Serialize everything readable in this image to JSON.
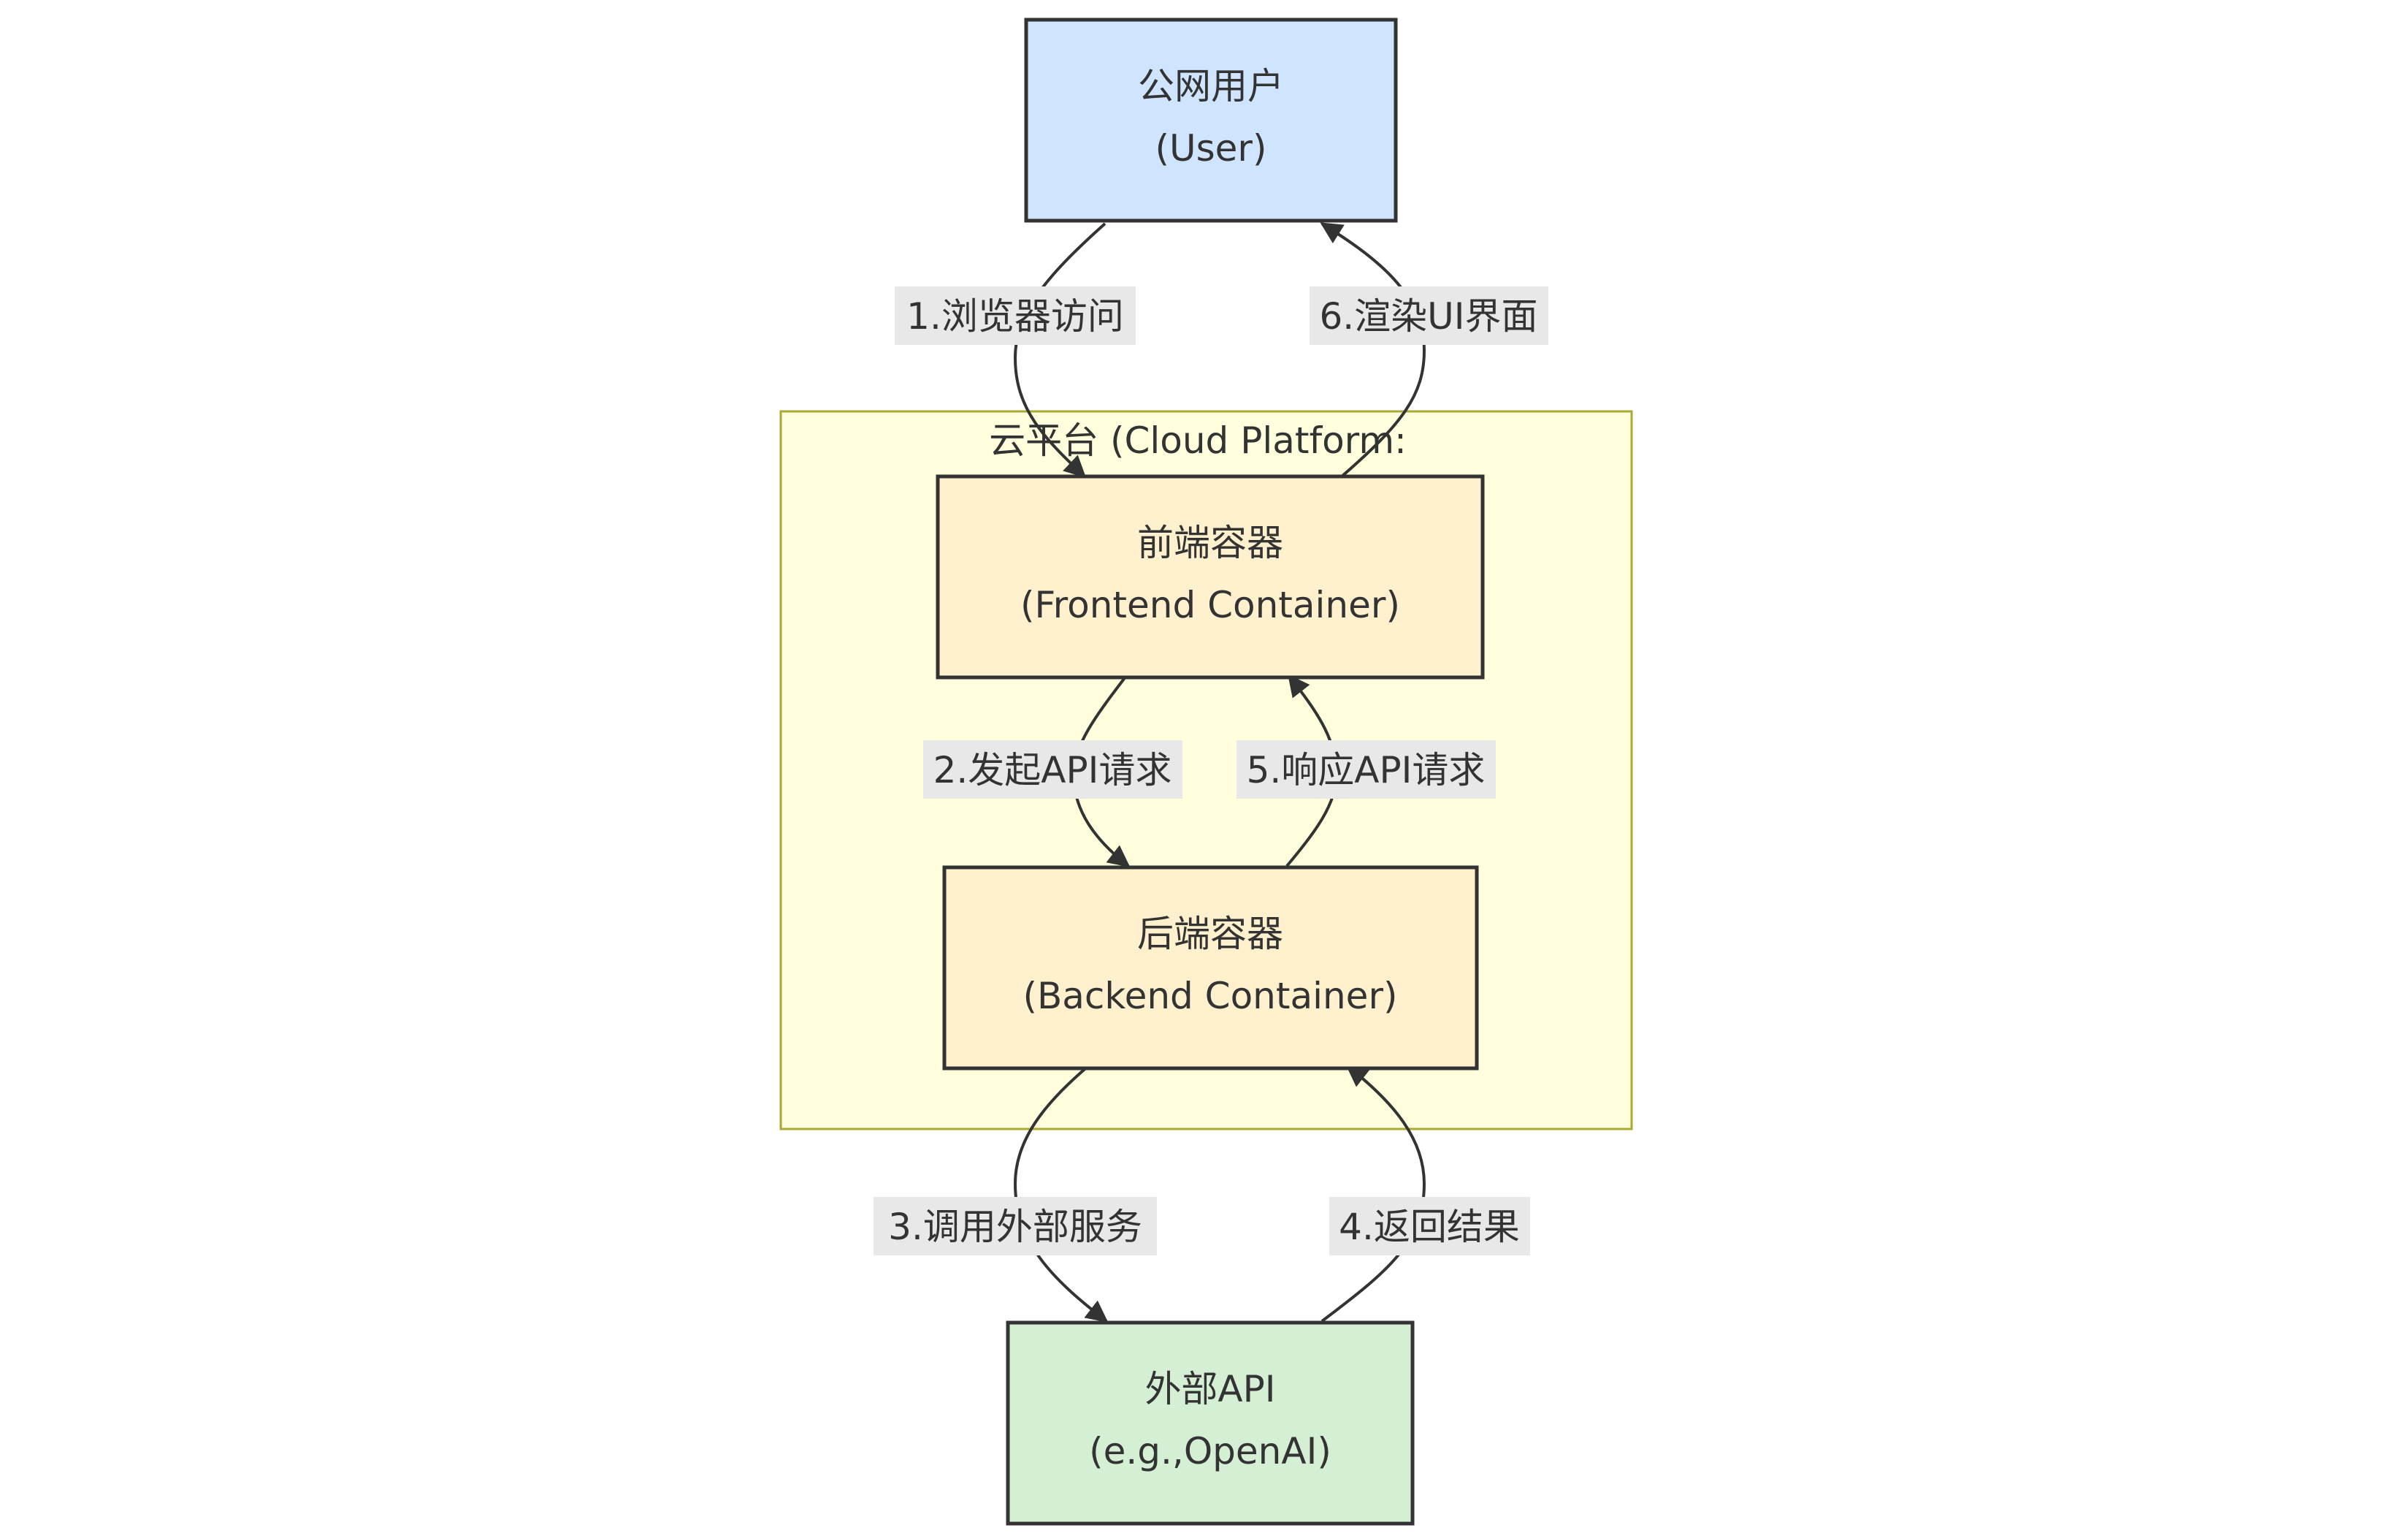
{
  "cluster": {
    "label": "云平台 (Cloud Platform:"
  },
  "nodes": {
    "user": {
      "line1": "公网用户",
      "line2": "(User)",
      "fill": "#cfe4ff"
    },
    "frontend": {
      "line1": "前端容器",
      "line2": "(Frontend Container)",
      "fill": "#fff1cd"
    },
    "backend": {
      "line1": "后端容器",
      "line2": "(Backend Container)",
      "fill": "#fff1cd"
    },
    "external": {
      "line1": "外部API",
      "line2": "(e.g.,OpenAI)",
      "fill": "#d5efd5"
    }
  },
  "edges": {
    "e1": "1.浏览器访问",
    "e2": "2.发起API请求",
    "e3": "3.调用外部服务",
    "e4": "4.返回结果",
    "e5": "5.响应API请求",
    "e6": "6.渲染UI界面"
  },
  "colors": {
    "cluster_fill": "#ffffde",
    "cluster_stroke": "#aaaa33",
    "node_stroke": "#333333",
    "edge_stroke": "#333333",
    "label_bg": "#e8e8e8"
  }
}
